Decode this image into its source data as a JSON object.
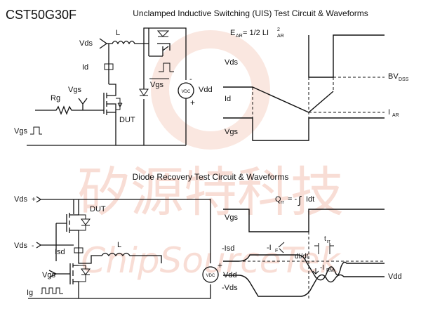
{
  "part_number": "CST50G30F",
  "watermark": {
    "cjk": "矽源特科技",
    "latin": "ChipSourceTek"
  },
  "uis": {
    "title": "Unclamped Inductive Switching (UIS) Test Circuit & Waveforms",
    "circuit": {
      "vds": "Vds",
      "l": "L",
      "id": "Id",
      "rg": "Rg",
      "vgs": "Vgs",
      "dut": "DUT",
      "vgs_drive": "Vgs",
      "vgs_pulse": "Vgs",
      "vdd": "Vdd",
      "vdc": "VDC",
      "plus": "+",
      "minus": "-"
    },
    "waveform": {
      "ear_formula": "E",
      "ear_sub": "AR",
      "ear_eq": "= 1/2 LI",
      "ear_sup": "2",
      "ear_sub2": "AR",
      "vds": "Vds",
      "id": "Id",
      "vgs": "Vgs",
      "bvdss": "BV",
      "bvdss_sub": "DSS",
      "iar": "I",
      "iar_sub": "AR"
    }
  },
  "diode": {
    "title": "Diode Recovery Test Circuit & Waveforms",
    "circuit": {
      "vds_plus": "Vds",
      "plus": "+",
      "vds_minus": "Vds",
      "minus": "-",
      "dut": "DUT",
      "isd": "Isd",
      "l": "L",
      "vgs": "Vgs",
      "ig": "Ig",
      "vdd": "Vdd",
      "vdc": "VDC",
      "vdd_plus": "+"
    },
    "waveform": {
      "qrr_q": "Q",
      "qrr_sub": "rr",
      "qrr_eq": "= -",
      "qrr_int": "∫",
      "qrr_idt": "Idt",
      "vgs": "Vgs",
      "isd": "-Isd",
      "if": "-I",
      "if_sub": "F",
      "didt": "dI/dt",
      "trr": "t",
      "trr_sub": "rr",
      "irm": "-I",
      "irm_sub": "RM",
      "vds": "-Vds",
      "vdd": "Vdd"
    }
  }
}
